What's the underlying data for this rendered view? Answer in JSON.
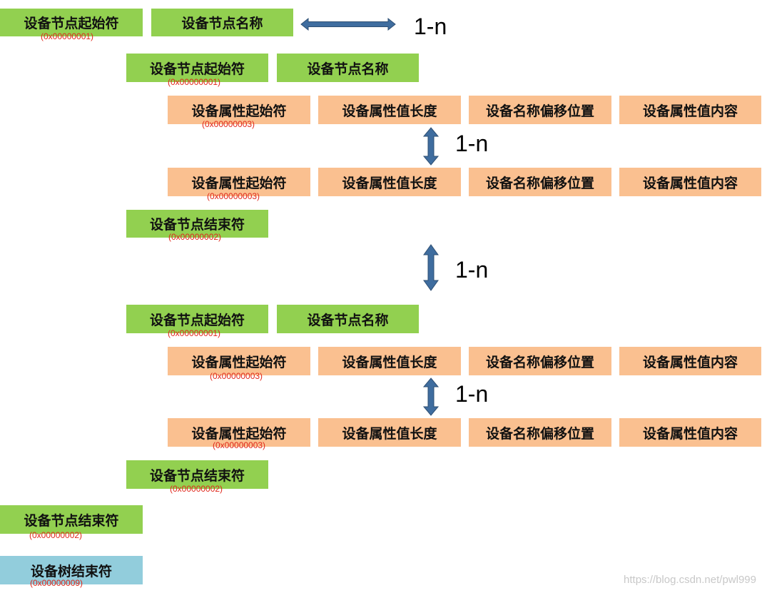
{
  "labels": {
    "node_start": "设备节点起始符",
    "node_name": "设备节点名称",
    "node_end": "设备节点结束符",
    "prop_start": "设备属性起始符",
    "prop_len": "设备属性值长度",
    "name_offset": "设备名称偏移位置",
    "prop_value": "设备属性值内容",
    "tree_end": "设备树结束符"
  },
  "codes": {
    "node_start": "(0x00000001)",
    "node_end": "(0x00000002)",
    "prop_start": "(0x00000003)",
    "tree_end": "(0x00000009)"
  },
  "repeat_label": "1-n",
  "watermark": "https://blog.csdn.net/pwl999",
  "colors": {
    "node": "#92d050",
    "property": "#fac090",
    "tree_end": "#92cddc",
    "code_text": "#e0261a",
    "arrow": "#3f6d9f"
  }
}
